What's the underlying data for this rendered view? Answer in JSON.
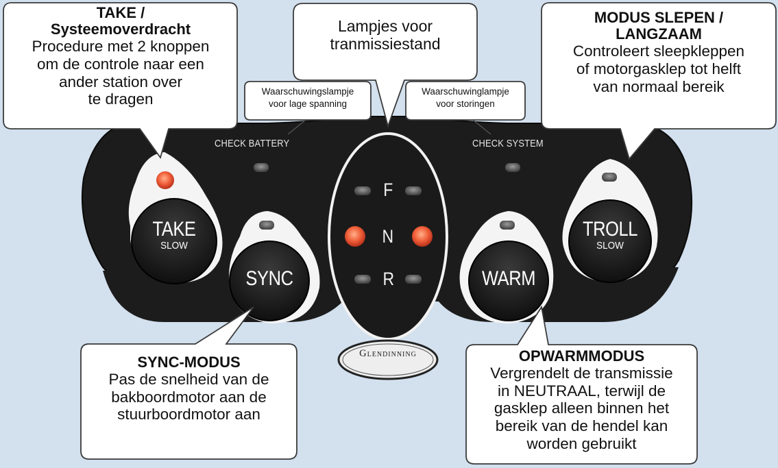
{
  "callouts": {
    "take": {
      "title_line1": "TAKE /",
      "title_line2": "Systeemoverdracht",
      "line1": "Procedure met 2 knoppen",
      "line2": "om de controle naar een",
      "line3": "ander station over",
      "line4": "te dragen"
    },
    "transmission_lamps": {
      "line1": "Lampjes voor",
      "line2": "tranmissiestand"
    },
    "troll": {
      "title_line1": "MODUS SLEPEN /",
      "title_line2": "LANGZAAM",
      "line1": "Controleert sleepkleppen",
      "line2": "of motorgasklep tot helft",
      "line3": "van normaal bereik"
    },
    "low_voltage": {
      "line1": "Waarschuwingslampje",
      "line2": "voor lage spanning"
    },
    "fault": {
      "line1": "Waarschuwinglampje",
      "line2": "voor storingen"
    },
    "sync": {
      "title": "SYNC-MODUS",
      "line1": "Pas de snelheid van de",
      "line2": "bakboordmotor aan de",
      "line3": "stuurboordmotor aan"
    },
    "warm": {
      "title": "OPWARMMODUS",
      "line1": "Vergrendelt de transmissie",
      "line2": "in NEUTRAAL, terwijl de",
      "line3": "gasklep alleen binnen het",
      "line4": "bereik van de hendel kan",
      "line5": "worden gebruikt"
    }
  },
  "panel": {
    "check_battery": "CHECK BATTERY",
    "check_system": "CHECK SYSTEM",
    "take_button": {
      "label": "TAKE",
      "sub": "SLOW"
    },
    "sync_button": {
      "label": "SYNC"
    },
    "warm_button": {
      "label": "WARM"
    },
    "troll_button": {
      "label": "TROLL",
      "sub": "SLOW"
    },
    "gears": {
      "forward": "F",
      "neutral": "N",
      "reverse": "R"
    },
    "logo": "Glendinning"
  },
  "colors": {
    "background": "#d3e0ee",
    "panel": "#1b1b1b",
    "led_on": "#f0603a",
    "led_off": "#5a5a5a"
  }
}
